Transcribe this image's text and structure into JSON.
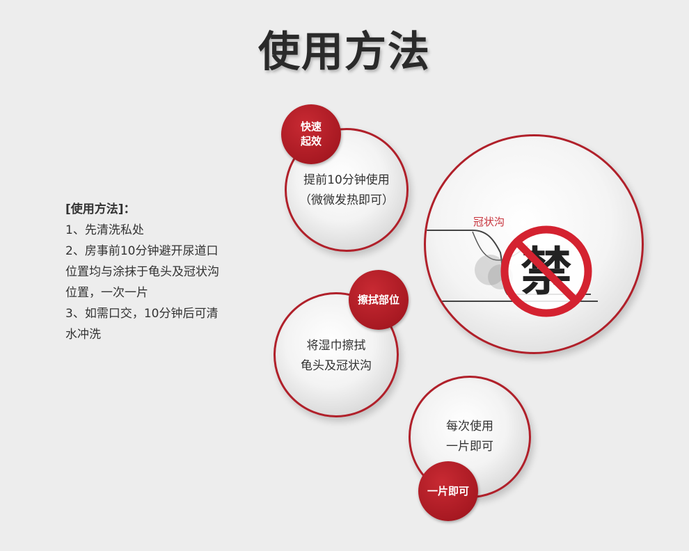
{
  "page": {
    "title": "使用方法"
  },
  "instructions": {
    "heading": "[使用方法]：",
    "lines": [
      "1、先清洗私处",
      "2、房事前10分钟避开尿道口",
      "位置均与涂抹于龟头及冠状沟",
      "位置，一次一片",
      "3、如需口交，10分钟后可清",
      "水冲洗"
    ]
  },
  "bubbles": {
    "fast": {
      "badge_line1": "快速",
      "badge_line2": "起效",
      "text_line1": "提前10分钟使用",
      "text_line2": "（微微发热即可）"
    },
    "wipe": {
      "badge": "擦拭部位",
      "text_line1": "将湿巾擦拭",
      "text_line2": "龟头及冠状沟"
    },
    "once": {
      "badge": "一片即可",
      "text_line1": "每次使用",
      "text_line2": "一片即可"
    }
  },
  "ban": {
    "label": "冠状沟",
    "symbol": "禁"
  },
  "colors": {
    "accent_red": "#b0202a",
    "badge_red": "#a81922",
    "background": "#ededed",
    "title": "#2a2a2a"
  }
}
